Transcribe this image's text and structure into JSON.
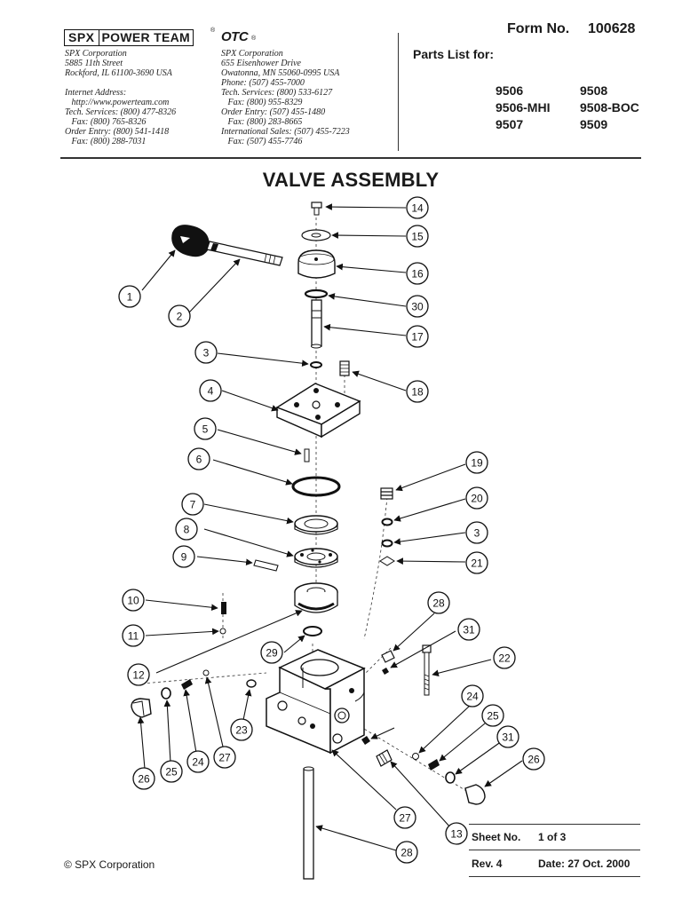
{
  "header": {
    "logo_spx": "SPX",
    "logo_power_team": "POWER TEAM",
    "logo_otc": "OTC",
    "form_no_label": "Form No.",
    "form_no_value": "100628",
    "parts_list_label": "Parts List for:",
    "models": [
      "9506",
      "9508",
      "9506-MHI",
      "9508-BOC",
      "9507",
      "9509"
    ]
  },
  "address_left": [
    "SPX Corporation",
    "5885 11th Street",
    "Rockford, IL 61100-3690  USA",
    "",
    "Internet Address:",
    "   http://www.powerteam.com",
    "Tech. Services: (800) 477-8326",
    "   Fax: (800) 765-8326",
    "Order Entry: (800) 541-1418",
    "   Fax: (800) 288-7031"
  ],
  "address_right": [
    "SPX Corporation",
    "655 Eisenhower Drive",
    "Owatonna, MN 55060-0995  USA",
    "Phone: (507) 455-7000",
    "Tech. Services: (800) 533-6127",
    "   Fax: (800) 955-8329",
    "Order Entry: (507) 455-1480",
    "   Fax: (800) 283-8665",
    "International Sales: (507) 455-7223",
    "   Fax: (507) 455-7746"
  ],
  "title": "VALVE ASSEMBLY",
  "callouts": [
    "14",
    "15",
    "16",
    "30",
    "17",
    "1",
    "2",
    "3",
    "18",
    "4",
    "5",
    "6",
    "19",
    "20",
    "7",
    "3",
    "8",
    "21",
    "9",
    "10",
    "28",
    "11",
    "31",
    "22",
    "29",
    "12",
    "24",
    "25",
    "31",
    "26",
    "27",
    "24",
    "25",
    "26",
    "27",
    "13",
    "28",
    "23"
  ],
  "footer": {
    "sheet_label": "Sheet No.",
    "sheet_value": "1 of 3",
    "rev_label": "Rev. 4",
    "date_label": "Date: 27 Oct. 2000",
    "copyright": "© SPX Corporation"
  }
}
